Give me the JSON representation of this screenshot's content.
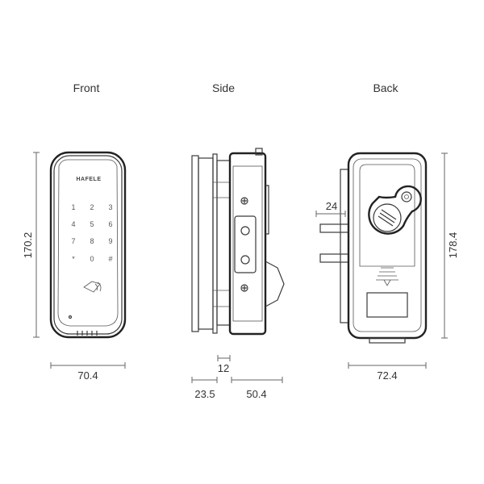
{
  "views": {
    "front": "Front",
    "side": "Side",
    "back": "Back"
  },
  "brand": "HAFELE",
  "keypad": {
    "keys": [
      "1",
      "2",
      "3",
      "4",
      "5",
      "6",
      "7",
      "8",
      "9",
      "*",
      "0",
      "#"
    ]
  },
  "dimensions": {
    "front_height": "170.2",
    "front_width": "70.4",
    "side_small": "12",
    "side_left": "23.5",
    "side_right": "50.4",
    "back_bolt": "24",
    "back_height": "178.4",
    "back_width": "72.4"
  }
}
